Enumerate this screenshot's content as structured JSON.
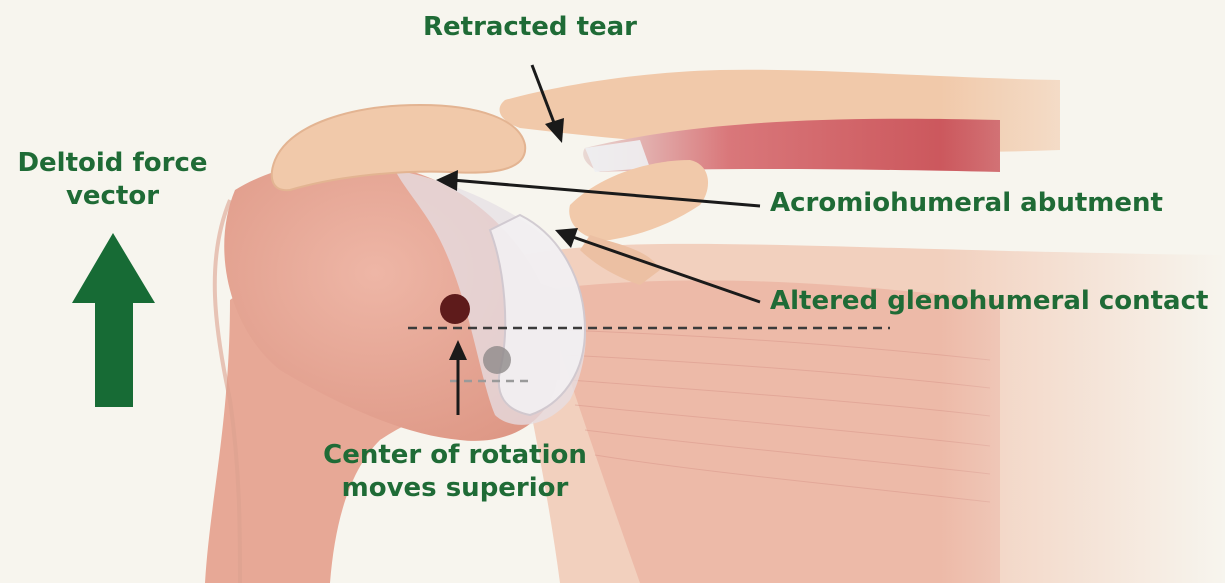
{
  "colors": {
    "background": "#f7f5ee",
    "label_green": "#1f6b36",
    "arrow_green": "#176b35",
    "bone": "#f1c9aa",
    "humerus": "#e7a896",
    "muscle": "#cf5a5e",
    "pointer": "#1a1a1a"
  },
  "labels": {
    "retracted_tear": "Retracted tear",
    "deltoid_line1": "Deltoid force",
    "deltoid_line2": "vector",
    "acromiohumeral": "Acromiohumeral abutment",
    "glenohumeral": "Altered glenohumeral contact",
    "center_line1": "Center of rotation",
    "center_line2": "moves superior"
  }
}
